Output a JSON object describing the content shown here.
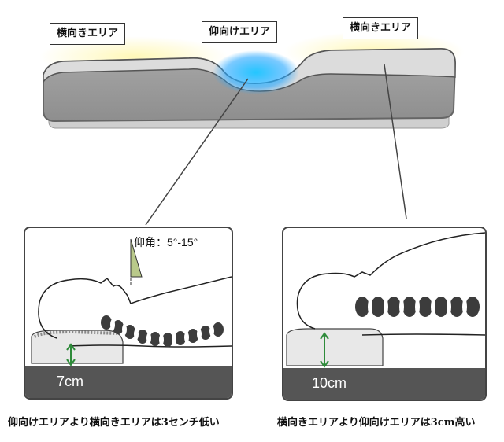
{
  "labels": {
    "left_side": "横向きエリア",
    "center_back": "仰向けエリア",
    "right_side": "横向きエリア"
  },
  "left_panel": {
    "angle": "仰角：5°-15°",
    "height": "7cm"
  },
  "right_panel": {
    "height": "10cm"
  },
  "captions": {
    "left": "仰向けエリアより横向きエリアは3センチ低い",
    "right": "横向きエリアより仰向けエリアは3cm高い"
  }
}
